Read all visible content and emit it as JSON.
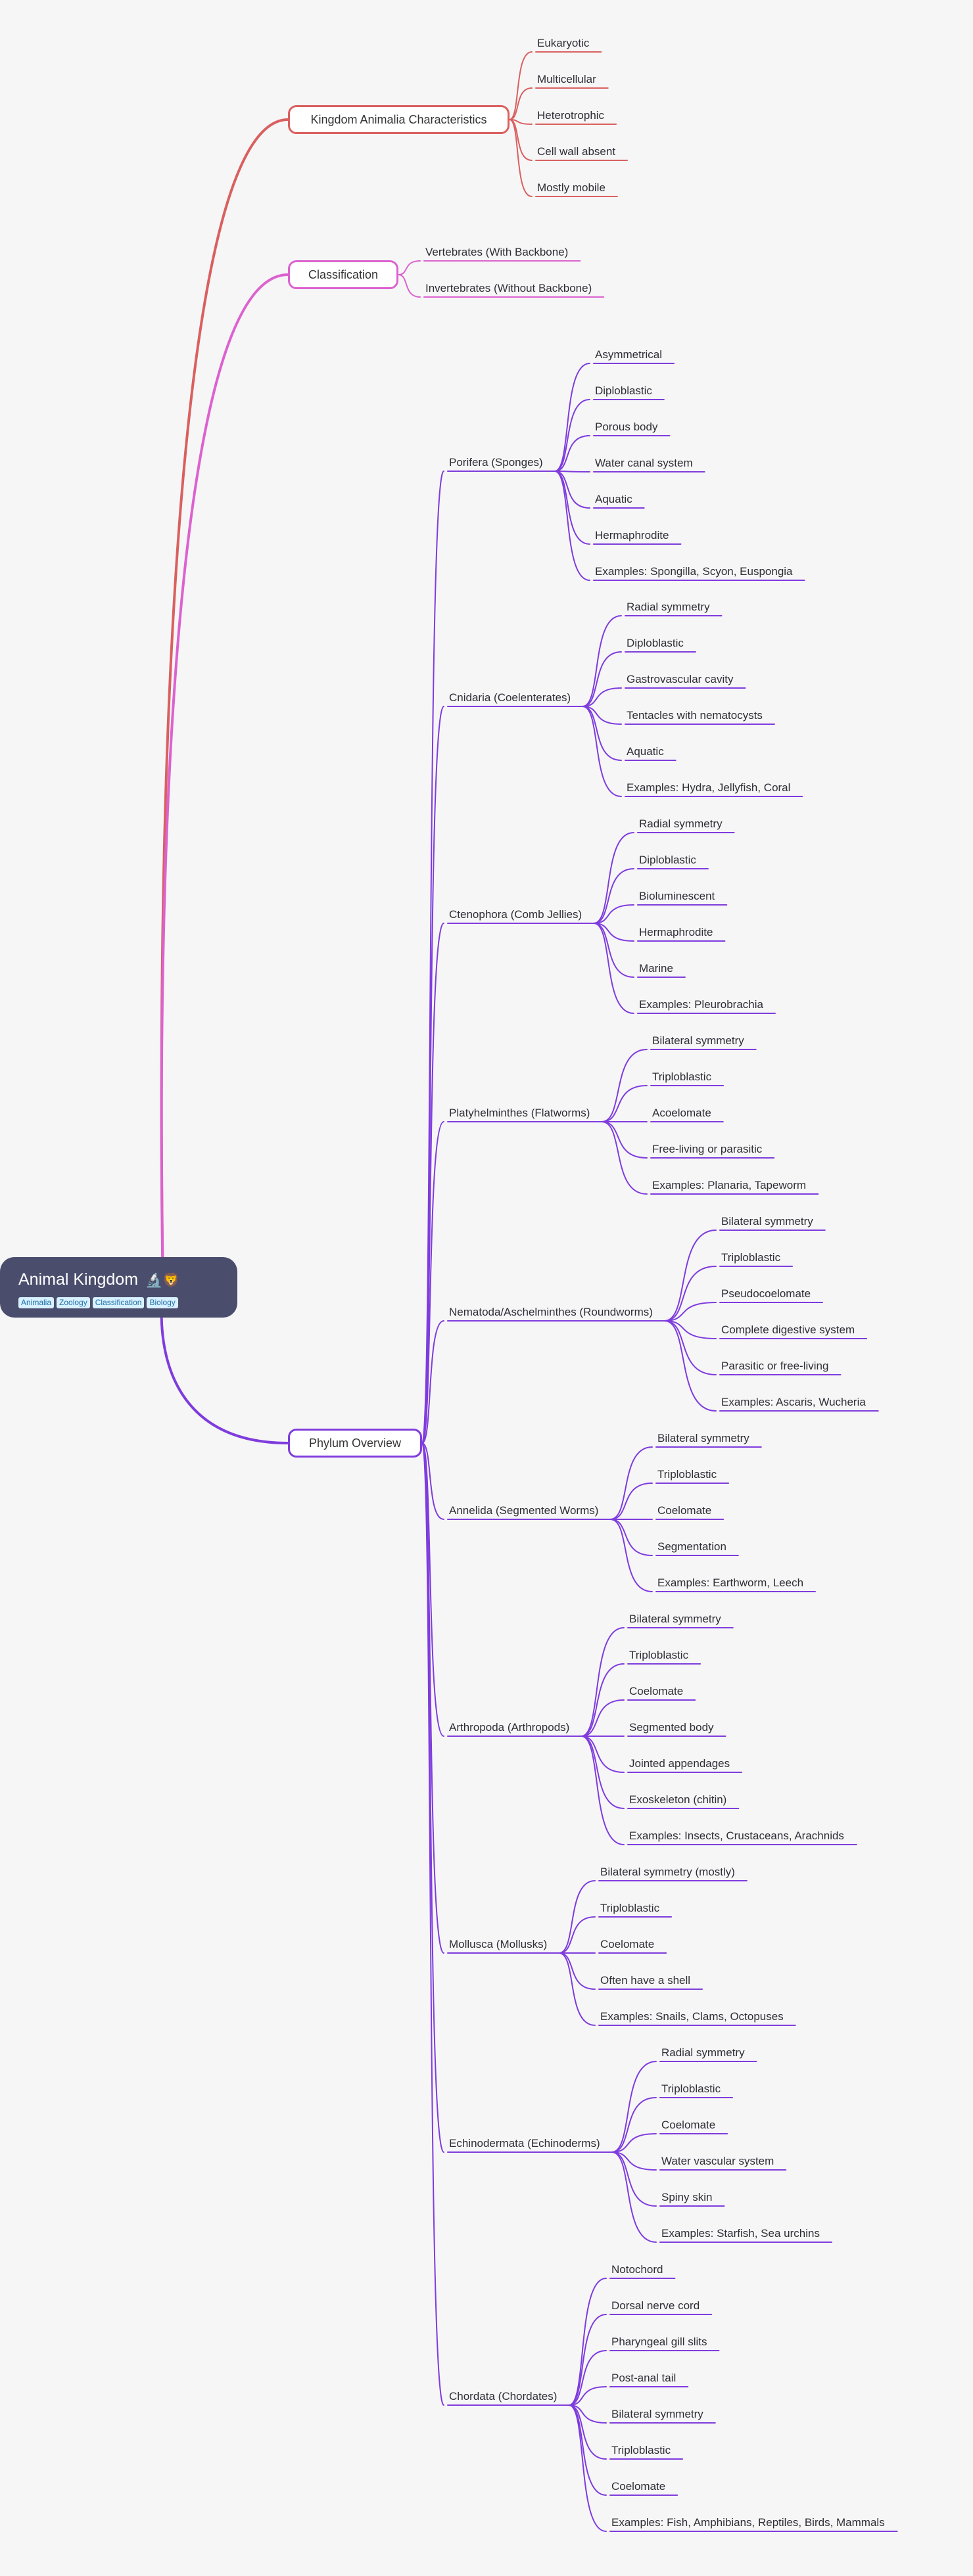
{
  "root": {
    "title": "Animal Kingdom",
    "emoji": "🔬🦁",
    "tags": [
      "Animalia",
      "Zoology",
      "Classification",
      "Biology"
    ]
  },
  "colors": {
    "background": "#f6f6f7",
    "root": "#4a4d6c",
    "characteristics": "#d9605f",
    "classification": "#dc62cf",
    "phylum": "#7f3cdd"
  },
  "categories": [
    {
      "label": "Kingdom Animalia Characteristics",
      "color": "characteristics",
      "children": [
        {
          "label": "Eukaryotic"
        },
        {
          "label": "Multicellular"
        },
        {
          "label": "Heterotrophic"
        },
        {
          "label": "Cell wall absent"
        },
        {
          "label": "Mostly mobile"
        }
      ]
    },
    {
      "label": "Classification",
      "color": "classification",
      "children": [
        {
          "label": "Vertebrates (With Backbone)"
        },
        {
          "label": "Invertebrates (Without Backbone)"
        }
      ]
    },
    {
      "label": "Phylum Overview",
      "color": "phylum",
      "children": [
        {
          "label": "Porifera (Sponges)",
          "children": [
            "Asymmetrical",
            "Diploblastic",
            "Porous body",
            "Water canal system",
            "Aquatic",
            "Hermaphrodite",
            "Examples: Spongilla, Scyon, Euspongia"
          ]
        },
        {
          "label": "Cnidaria (Coelenterates)",
          "children": [
            "Radial symmetry",
            "Diploblastic",
            "Gastrovascular cavity",
            "Tentacles with nematocysts",
            "Aquatic",
            "Examples: Hydra, Jellyfish, Coral"
          ]
        },
        {
          "label": "Ctenophora (Comb Jellies)",
          "children": [
            "Radial symmetry",
            "Diploblastic",
            "Bioluminescent",
            "Hermaphrodite",
            "Marine",
            "Examples: Pleurobrachia"
          ]
        },
        {
          "label": "Platyhelminthes (Flatworms)",
          "children": [
            "Bilateral symmetry",
            "Triploblastic",
            "Acoelomate",
            "Free-living or parasitic",
            "Examples: Planaria, Tapeworm"
          ]
        },
        {
          "label": "Nematoda/Aschelminthes (Roundworms)",
          "children": [
            "Bilateral symmetry",
            "Triploblastic",
            "Pseudocoelomate",
            "Complete digestive system",
            "Parasitic or free-living",
            "Examples: Ascaris, Wucheria"
          ]
        },
        {
          "label": "Annelida (Segmented Worms)",
          "children": [
            "Bilateral symmetry",
            "Triploblastic",
            "Coelomate",
            "Segmentation",
            "Examples: Earthworm, Leech"
          ]
        },
        {
          "label": "Arthropoda (Arthropods)",
          "children": [
            "Bilateral symmetry",
            "Triploblastic",
            "Coelomate",
            "Segmented body",
            "Jointed appendages",
            "Exoskeleton (chitin)",
            "Examples: Insects, Crustaceans, Arachnids"
          ]
        },
        {
          "label": "Mollusca (Mollusks)",
          "children": [
            "Bilateral symmetry (mostly)",
            "Triploblastic",
            "Coelomate",
            "Often have a shell",
            "Examples: Snails, Clams, Octopuses"
          ]
        },
        {
          "label": "Echinodermata (Echinoderms)",
          "children": [
            "Radial symmetry",
            "Triploblastic",
            "Coelomate",
            "Water vascular system",
            "Spiny skin",
            "Examples: Starfish, Sea urchins"
          ]
        },
        {
          "label": "Chordata (Chordates)",
          "children": [
            "Notochord",
            "Dorsal nerve cord",
            "Pharyngeal gill slits",
            "Post-anal tail",
            "Bilateral symmetry",
            "Triploblastic",
            "Coelomate",
            "Examples: Fish, Amphibians, Reptiles, Birds, Mammals"
          ]
        }
      ]
    }
  ]
}
